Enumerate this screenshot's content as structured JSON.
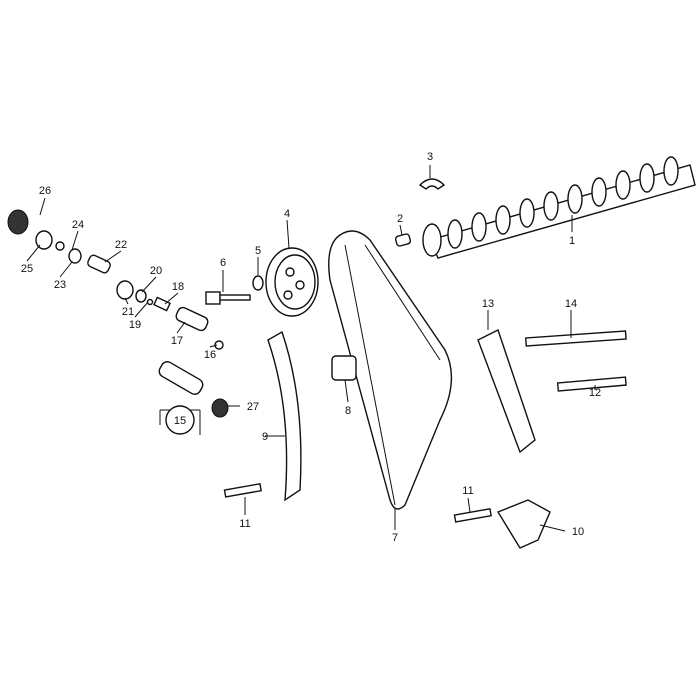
{
  "diagram": {
    "type": "exploded-parts-view",
    "callouts": [
      "1",
      "2",
      "3",
      "4",
      "5",
      "6",
      "7",
      "8",
      "9",
      "10",
      "11",
      "11",
      "12",
      "13",
      "14",
      "15",
      "16",
      "17",
      "18",
      "19",
      "20",
      "21",
      "22",
      "23",
      "24",
      "25",
      "26",
      "27"
    ]
  }
}
